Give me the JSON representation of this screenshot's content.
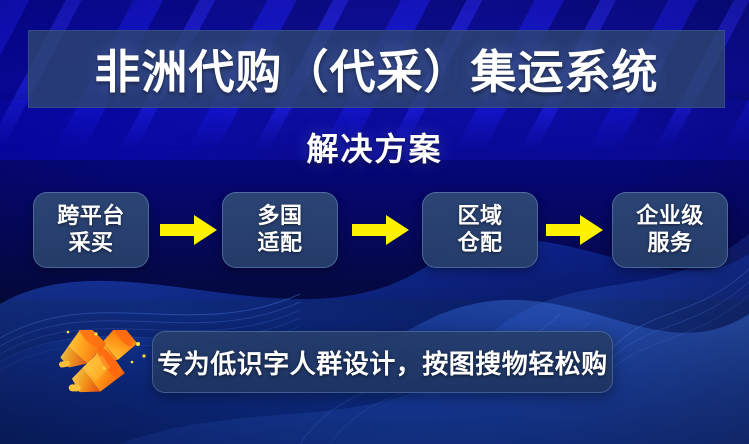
{
  "page": {
    "title": "非洲代购（代采）集运系统",
    "subtitle": "解决方案"
  },
  "colors": {
    "accent_yellow": "#FFF200",
    "box_blue": "#2E4876",
    "band_blue": "#2E4670",
    "bg_deep_blue": "#07077F",
    "bg_navy": "#02061F",
    "text_white": "#FFFFFF",
    "horn_orange": "#FF7A18",
    "horn_yellow": "#FFC93C"
  },
  "flow": {
    "steps": [
      {
        "line1": "跨平台",
        "line2": "采买"
      },
      {
        "line1": "多国",
        "line2": "适配"
      },
      {
        "line1": "区域",
        "line2": "仓配"
      },
      {
        "line1": "企业级",
        "line2": "服务"
      }
    ],
    "arrows": [
      "arrow-right",
      "arrow-right",
      "arrow-right"
    ]
  },
  "banner": {
    "text": "专为低识字人群设计，按图搜物轻松购",
    "icon": "megaphone-icon"
  }
}
